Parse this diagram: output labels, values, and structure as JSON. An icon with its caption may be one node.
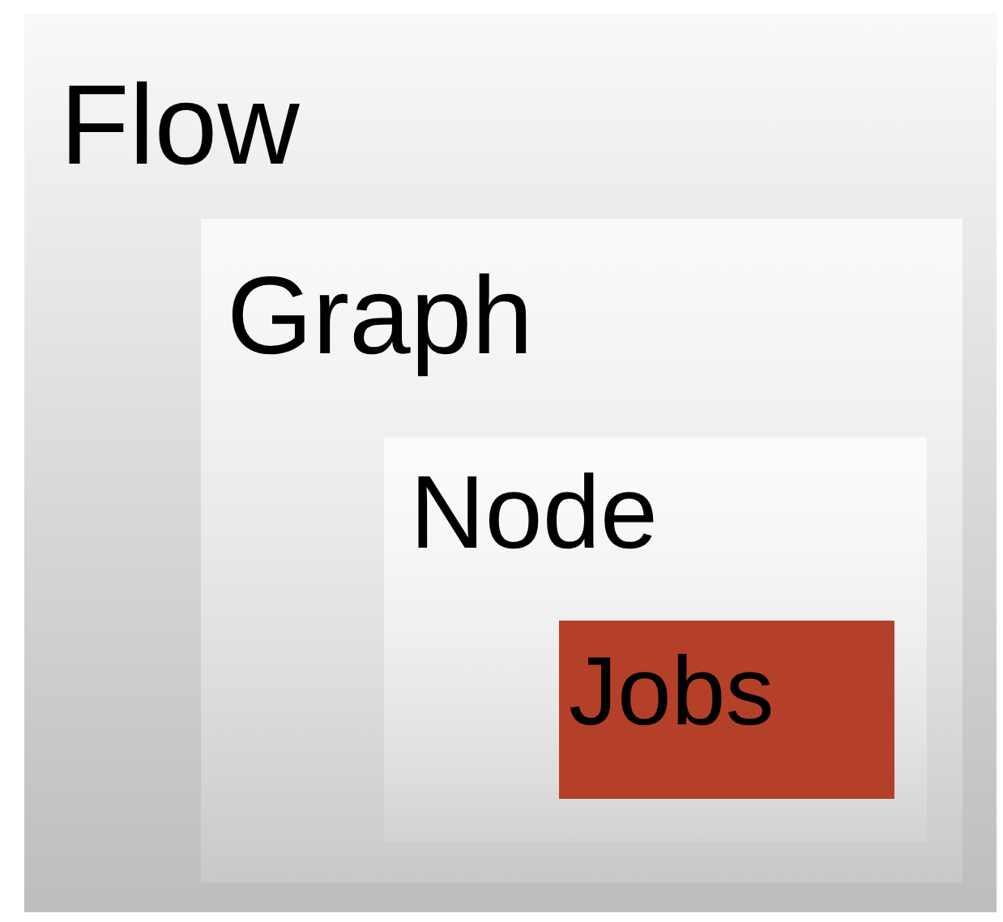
{
  "diagram": {
    "nodes": [
      {
        "text": [
          "Flow"
        ]
      },
      {
        "text": [
          "Graph"
        ],
        "in": 0
      },
      {
        "text": [
          "Node"
        ],
        "in": 1
      },
      {
        "text": [
          "Jobs"
        ],
        "in": 2
      }
    ]
  }
}
